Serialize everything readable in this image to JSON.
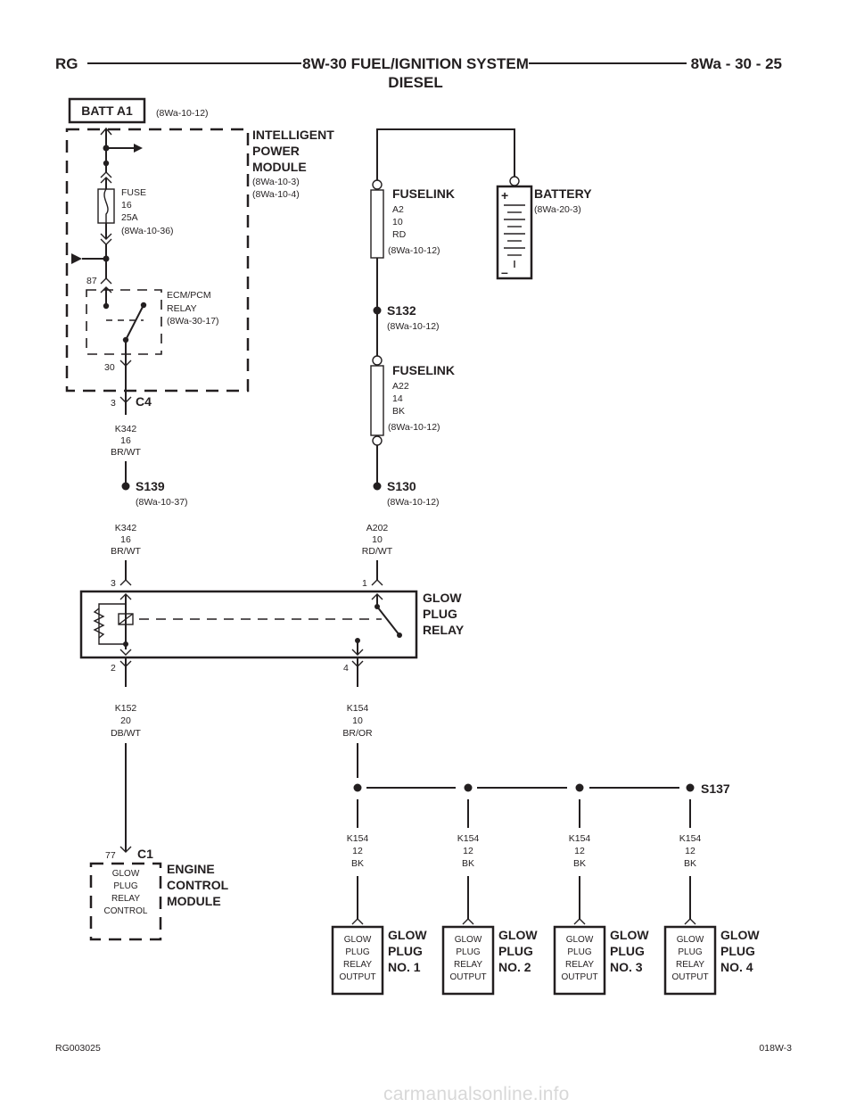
{
  "header": {
    "left": "RG",
    "title_line1": "8W-30 FUEL/IGNITION SYSTEM",
    "title_line2": "DIESEL",
    "right": "8Wa - 30 - 25"
  },
  "batt": {
    "label": "BATT A1",
    "ref": "(8Wa-10-12)"
  },
  "ipm": {
    "l1": "INTELLIGENT",
    "l2": "POWER",
    "l3": "MODULE",
    "ref1": "(8Wa-10-3)",
    "ref2": "(8Wa-10-4)"
  },
  "fuse": {
    "l1": "FUSE",
    "l2": "16",
    "l3": "25A",
    "ref": "(8Wa-10-36)"
  },
  "ecm_relay": {
    "l1": "ECM/PCM",
    "l2": "RELAY",
    "ref": "(8Wa-30-17)",
    "pin87": "87",
    "pin30": "30"
  },
  "c4": {
    "pin": "3",
    "label": "C4"
  },
  "wire_k342_top": {
    "l1": "K342",
    "l2": "16",
    "l3": "BR/WT"
  },
  "s139": {
    "label": "S139",
    "ref": "(8Wa-10-37)"
  },
  "wire_k342_bot": {
    "l1": "K342",
    "l2": "16",
    "l3": "BR/WT"
  },
  "fuselink1": {
    "label": "FUSELINK",
    "l1": "A2",
    "l2": "10",
    "l3": "RD",
    "ref": "(8Wa-10-12)"
  },
  "battery": {
    "label": "BATTERY",
    "ref": "(8Wa-20-3)",
    "plus": "+",
    "minus": "–"
  },
  "s132": {
    "label": "S132",
    "ref": "(8Wa-10-12)"
  },
  "fuselink2": {
    "label": "FUSELINK",
    "l1": "A22",
    "l2": "14",
    "l3": "BK",
    "ref": "(8Wa-10-12)"
  },
  "s130": {
    "label": "S130",
    "ref": "(8Wa-10-12)"
  },
  "wire_a202": {
    "l1": "A202",
    "l2": "10",
    "l3": "RD/WT"
  },
  "glow_relay": {
    "l1": "GLOW",
    "l2": "PLUG",
    "l3": "RELAY",
    "pin1": "1",
    "pin2": "2",
    "pin3": "3",
    "pin4": "4"
  },
  "wire_k152": {
    "l1": "K152",
    "l2": "20",
    "l3": "DB/WT"
  },
  "wire_k154_main": {
    "l1": "K154",
    "l2": "10",
    "l3": "BR/OR"
  },
  "s137": {
    "label": "S137"
  },
  "ecm": {
    "pin": "77",
    "conn": "C1",
    "l1": "ENGINE",
    "l2": "CONTROL",
    "l3": "MODULE",
    "box1": "GLOW",
    "box2": "PLUG",
    "box3": "RELAY",
    "box4": "CONTROL"
  },
  "branches": [
    {
      "w1": "K154",
      "w2": "12",
      "w3": "BK",
      "b1": "GLOW",
      "b2": "PLUG",
      "b3": "RELAY",
      "b4": "OUTPUT",
      "n1": "GLOW",
      "n2": "PLUG",
      "n3": "NO. 1"
    },
    {
      "w1": "K154",
      "w2": "12",
      "w3": "BK",
      "b1": "GLOW",
      "b2": "PLUG",
      "b3": "RELAY",
      "b4": "OUTPUT",
      "n1": "GLOW",
      "n2": "PLUG",
      "n3": "NO. 2"
    },
    {
      "w1": "K154",
      "w2": "12",
      "w3": "BK",
      "b1": "GLOW",
      "b2": "PLUG",
      "b3": "RELAY",
      "b4": "OUTPUT",
      "n1": "GLOW",
      "n2": "PLUG",
      "n3": "NO. 3"
    },
    {
      "w1": "K154",
      "w2": "12",
      "w3": "BK",
      "b1": "GLOW",
      "b2": "PLUG",
      "b3": "RELAY",
      "b4": "OUTPUT",
      "n1": "GLOW",
      "n2": "PLUG",
      "n3": "NO. 4"
    }
  ],
  "footer": {
    "left": "RG003025",
    "right": "018W-3"
  },
  "watermark": "carmanualsonline.info"
}
